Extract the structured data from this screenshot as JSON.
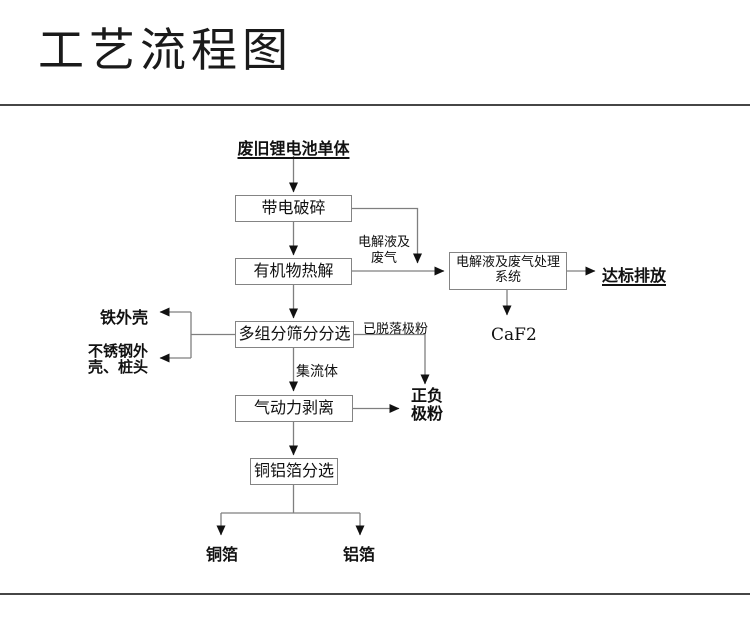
{
  "page": {
    "title": "工艺流程图"
  },
  "colors": {
    "background": "#ffffff",
    "divider": "#464646",
    "line": "#7f7f7f",
    "arrowhead": "#111111",
    "box_border": "#848484",
    "text": "#111111"
  },
  "nodes": {
    "source": {
      "label": "废旧锂电池单体"
    },
    "crush": {
      "label": "带电破碎"
    },
    "pyrolysis": {
      "label": "有机物热解"
    },
    "treatment": {
      "line1": "电解液及废气处理",
      "line2": "系统"
    },
    "screening": {
      "label": "多组分筛分分选"
    },
    "stripping": {
      "label": "气动力剥离"
    },
    "foil_sorting": {
      "label": "铜铝箔分选"
    },
    "iron_shell": {
      "label": "铁外壳"
    },
    "stainless_shell": {
      "line1": "不锈钢外",
      "line2": "壳、桩头"
    },
    "discharge": {
      "label": "达标排放"
    },
    "caf2": {
      "label": "CaF2"
    },
    "electrode_powder": {
      "line1": "正负",
      "line2": "极粉"
    },
    "copper_foil": {
      "label": "铜箔"
    },
    "aluminum_foil": {
      "label": "铝箔"
    }
  },
  "edge_labels": {
    "electrolyte_gas": {
      "line1": "电解液及",
      "line2": "废气"
    },
    "detached_powder": "已脱落极粉",
    "current_collector": "集流体"
  }
}
